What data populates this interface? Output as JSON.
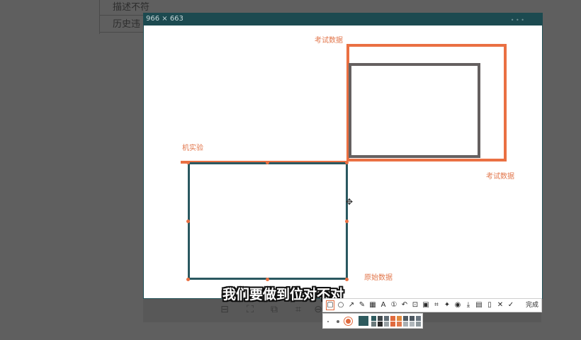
{
  "background_doc": {
    "rows": [
      "描述不符",
      "历史违"
    ]
  },
  "capture": {
    "size_label": "966 × 663"
  },
  "labels": {
    "top_right": "考试数据",
    "middle_left": "机实验",
    "right_bottom": "考试数据",
    "bottom": "原始数据"
  },
  "subtitle": "我们要做到位对不对",
  "toolbar": {
    "tools": [
      {
        "name": "rectangle",
        "glyph": "▢"
      },
      {
        "name": "ellipse",
        "glyph": "○"
      },
      {
        "name": "arrow",
        "glyph": "↗"
      },
      {
        "name": "pen",
        "glyph": "✎"
      },
      {
        "name": "mosaic",
        "glyph": "▦"
      },
      {
        "name": "text",
        "glyph": "A"
      },
      {
        "name": "number",
        "glyph": "①"
      },
      {
        "name": "undo",
        "glyph": "↶"
      },
      {
        "name": "ocr",
        "glyph": "⊡"
      },
      {
        "name": "qrcode",
        "glyph": "▣"
      },
      {
        "name": "scan",
        "glyph": "⌗"
      },
      {
        "name": "pin",
        "glyph": "✦"
      },
      {
        "name": "record",
        "glyph": "◉"
      },
      {
        "name": "download",
        "glyph": "⤓"
      },
      {
        "name": "save",
        "glyph": "▤"
      },
      {
        "name": "bookmark",
        "glyph": "▯"
      },
      {
        "name": "close",
        "glyph": "✕"
      },
      {
        "name": "confirm",
        "glyph": "✓"
      }
    ],
    "done_label": "完成"
  },
  "palette": {
    "colors": [
      "#2d5a5e",
      "#40484c",
      "#5e6b74",
      "#e06a3e",
      "#e08a3e",
      "#4f5a62",
      "#4c5760",
      "#6a7680",
      "#6b7a7c",
      "#2a2a2a",
      "#9aa2a6",
      "#e06a3e",
      "#e07a4e",
      "#aab1b5",
      "#b0b7bb",
      "#8d979c"
    ]
  }
}
